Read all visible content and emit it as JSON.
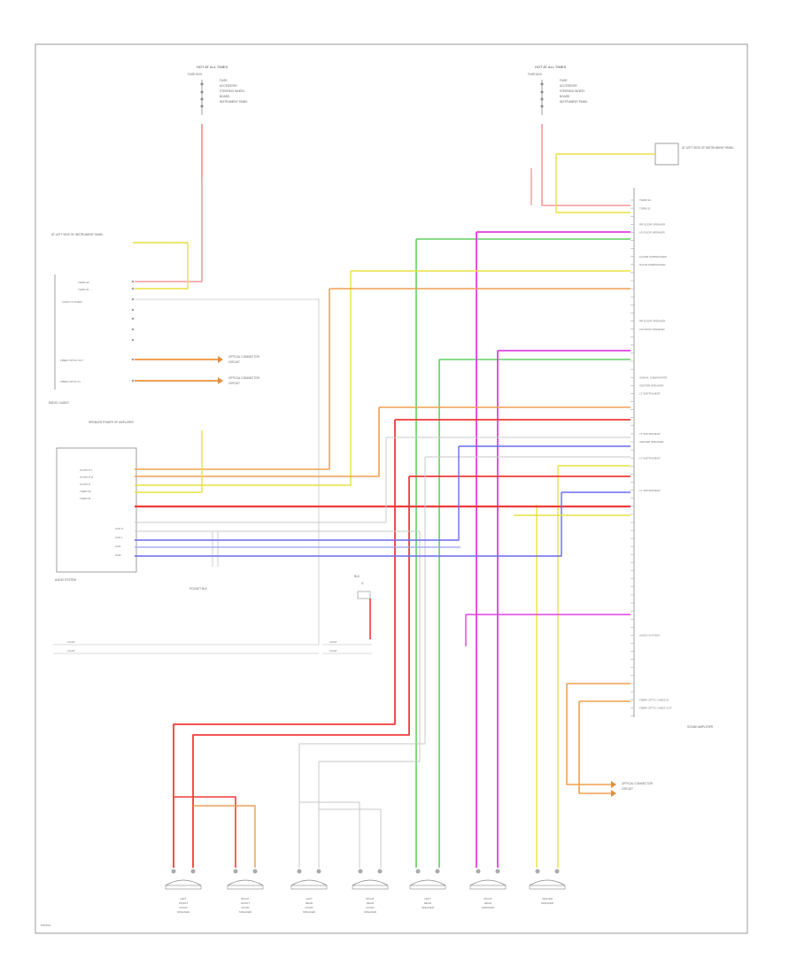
{
  "diagram": {
    "colors": {
      "red": "#f03a3a",
      "pink": "#f59a9a",
      "orange": "#f0a050",
      "yellow": "#e8e040",
      "green": "#60d060",
      "magenta": "#e040e0",
      "blue": "#6a6af0",
      "lightblue": "#9aa0f0",
      "gray": "#c8c8c8",
      "frame": "#999999"
    },
    "fuse_left": {
      "title": "HOT AT ALL TIMES",
      "lines": [
        "FUSE",
        "ACCESSORY",
        "STEERING WHEEL",
        "BOARD",
        "INSTRUMENT PANEL"
      ]
    },
    "fuse_right": {
      "title": "HOT AT ALL TIMES",
      "lines": [
        "FUSE",
        "ACCESSORY",
        "STEERING WHEEL",
        "BOARD",
        "INSTRUMENT PANEL"
      ]
    },
    "radio_left": {
      "label": "RADIO / AUDIO",
      "pins": [
        "TERM 30",
        "TERM 31",
        "AUDIO SYSTEM",
        "",
        "",
        "",
        "",
        "FIBER OPTIC OUT",
        "FIBER OPTIC IN"
      ]
    },
    "optical_left_1": "OPTICAL CONNECTOR",
    "optical_left_2": "OPTICAL CONNECTOR",
    "optical_right": "OPTICAL CONNECTOR",
    "left_side_note": "SPEAKER POWER OF AMPLIFIER",
    "left_top_note": "AT LEFT SIDE OF INSTRUMENT PANEL",
    "right_top_note": "AT LEFT SIDE OF INSTRUMENT PANEL",
    "audio_system": {
      "label": "AUDIO SYSTEM",
      "pins": [
        "OUTPUT L",
        "OUTPUT R",
        "OUTPUT",
        "TERM 30",
        "TERM 31",
        "",
        "CAN H",
        "CAN L",
        "CAN",
        "GND"
      ]
    },
    "connector_block": "POCKET BLK",
    "ground": "G",
    "bottom_left_wires": [
      "LIGHT",
      "LIGHT"
    ],
    "bottom_right_wires": [
      "LIGHT",
      "LIGHT"
    ],
    "amp": {
      "label": "SOUND AMPLIFIER",
      "pins": [
        "TERM 30",
        "TERM 31",
        "",
        "RR DOOR SPEAKER",
        "LR DOOR SPEAKER",
        "",
        "",
        "FLOOR SUBWOOFER",
        "DOOR SUBWOOFER",
        "",
        "",
        "",
        "",
        "",
        "",
        "RR DOOR SPEAKER",
        "LR DOOR SPEAKER",
        "",
        "",
        "",
        "",
        "",
        "SIGNAL SUBWOOFER",
        "CENTER SPEAKER",
        "LT INSTRUMENT",
        "",
        "",
        "",
        "",
        "LT INSTRUMENT",
        "CENTER SPEAKER",
        "",
        "LT INSTRUMENT",
        "",
        "",
        "",
        "LT INSTRUMENT",
        "",
        "",
        "",
        "",
        "",
        "",
        "",
        "",
        "",
        "",
        "",
        "",
        "",
        "",
        "",
        "",
        "",
        "AUDIO SYSTEM",
        "",
        "",
        "",
        "",
        "",
        "",
        "",
        "FIBER OPTIC CABLE IN",
        "FIBER OPTIC CABLE OUT",
        ""
      ]
    },
    "speakers": [
      {
        "label": "LEFT FRONT DOOR SPEAKER"
      },
      {
        "label": "RIGHT FRONT DOOR SPEAKER"
      },
      {
        "label": "LEFT REAR DOOR SPEAKER"
      },
      {
        "label": "RIGHT REAR DOOR SPEAKER"
      },
      {
        "label": "LEFT REAR SPEAKER"
      },
      {
        "label": "RIGHT REAR SPEAKER"
      },
      {
        "label": "CENTER SPEAKER"
      }
    ],
    "footnote": "WIRING"
  }
}
